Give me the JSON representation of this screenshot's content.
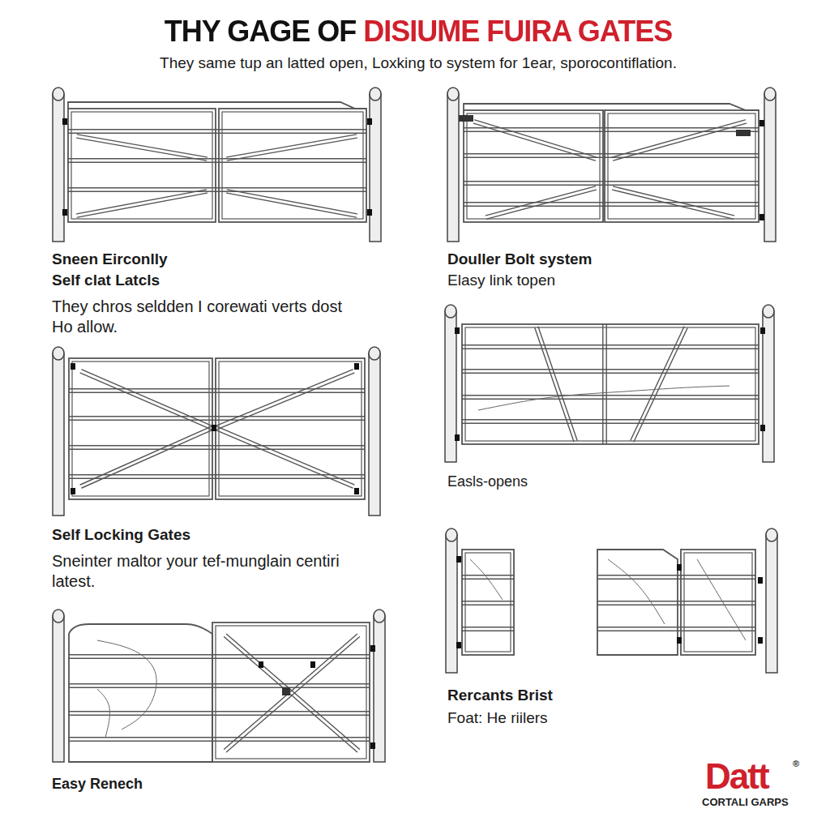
{
  "diagram": {
    "title": "THY GAGE OF DISIUME FUIRA GATES",
    "labels": [
      "They same tup an latted open, Loxking to system for 1ear, sporocontiflation.",
      "Sneen Eirconlly",
      "Self clat Latcls",
      "They chros seldden I corewati verts dost Ho allow.",
      "Douller Bolt system",
      "Elasy link topen",
      "Easls-opens",
      "Self Locking Gates",
      "Sneinter maltor your tef-munglain centiri latest.",
      "Rercants Brist",
      "Foat: He riilers",
      "Easy Renech",
      "Datt",
      "®",
      "CORTALI GARPS"
    ]
  }
}
